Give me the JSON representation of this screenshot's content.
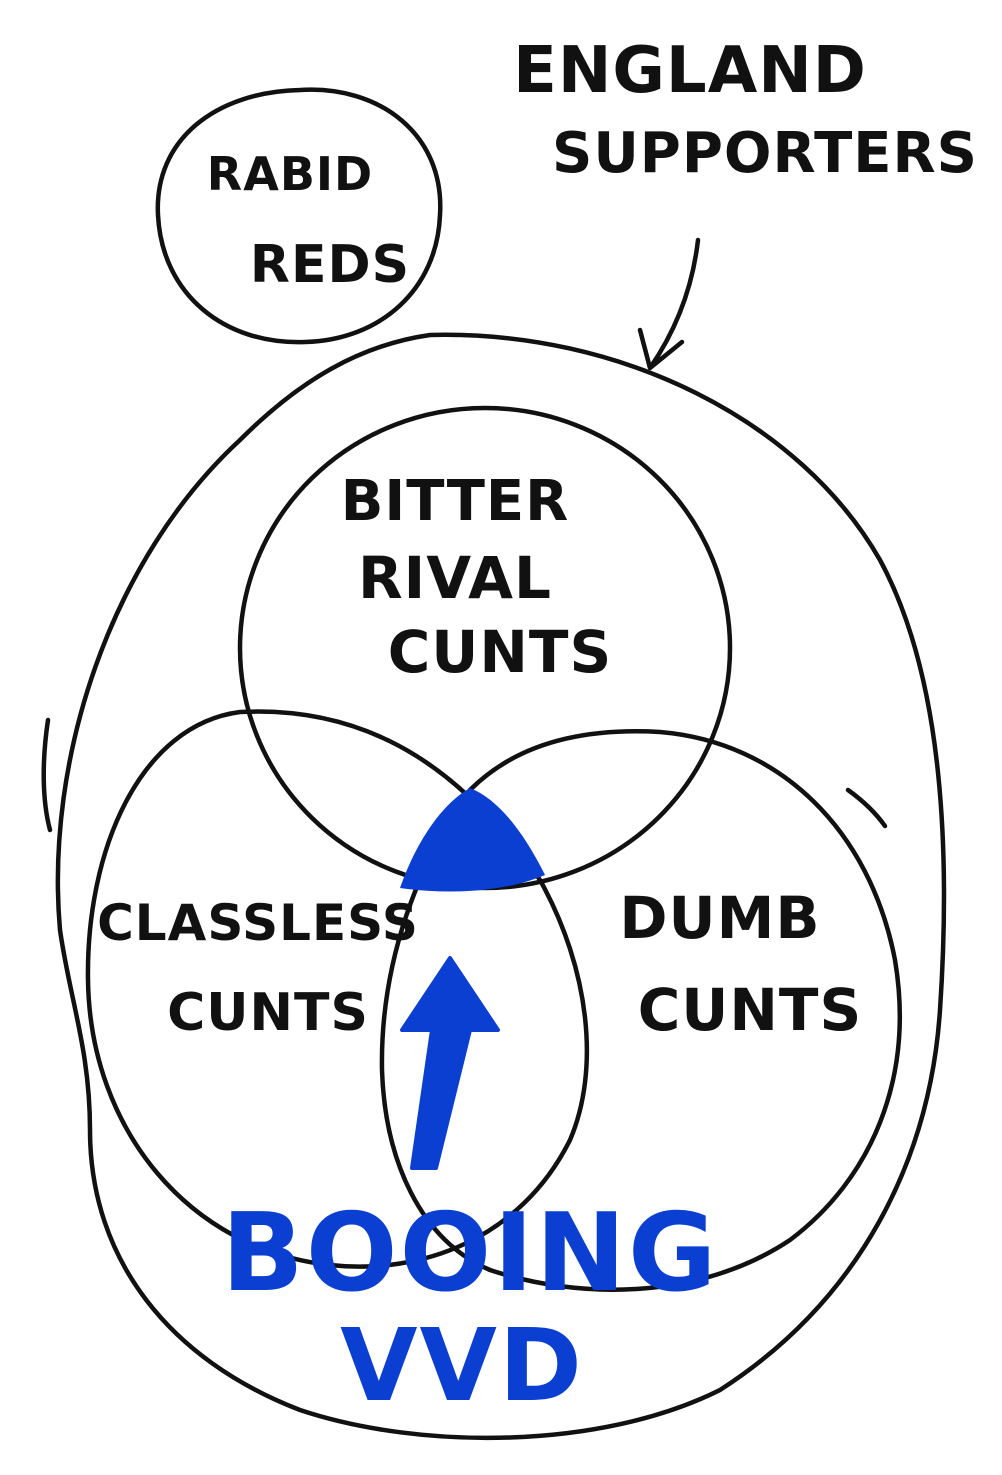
{
  "title": {
    "line1": "ENGLAND",
    "line2": "SUPPORTERS"
  },
  "outlier_set": {
    "line1": "RABID",
    "line2": "REDS"
  },
  "sets": {
    "top": {
      "line1": "BITTER",
      "line2": "RIVAL",
      "line3": "CUNTS"
    },
    "left": {
      "line1": "CLASSLESS",
      "line2": "CUNTS"
    },
    "right": {
      "line1": "DUMB",
      "line2": "CUNTS"
    }
  },
  "highlight": {
    "line1": "BOOING",
    "line2": "VVD"
  },
  "colors": {
    "ink": "#111111",
    "highlight": "#0a3fd1",
    "background": "#ffffff"
  }
}
